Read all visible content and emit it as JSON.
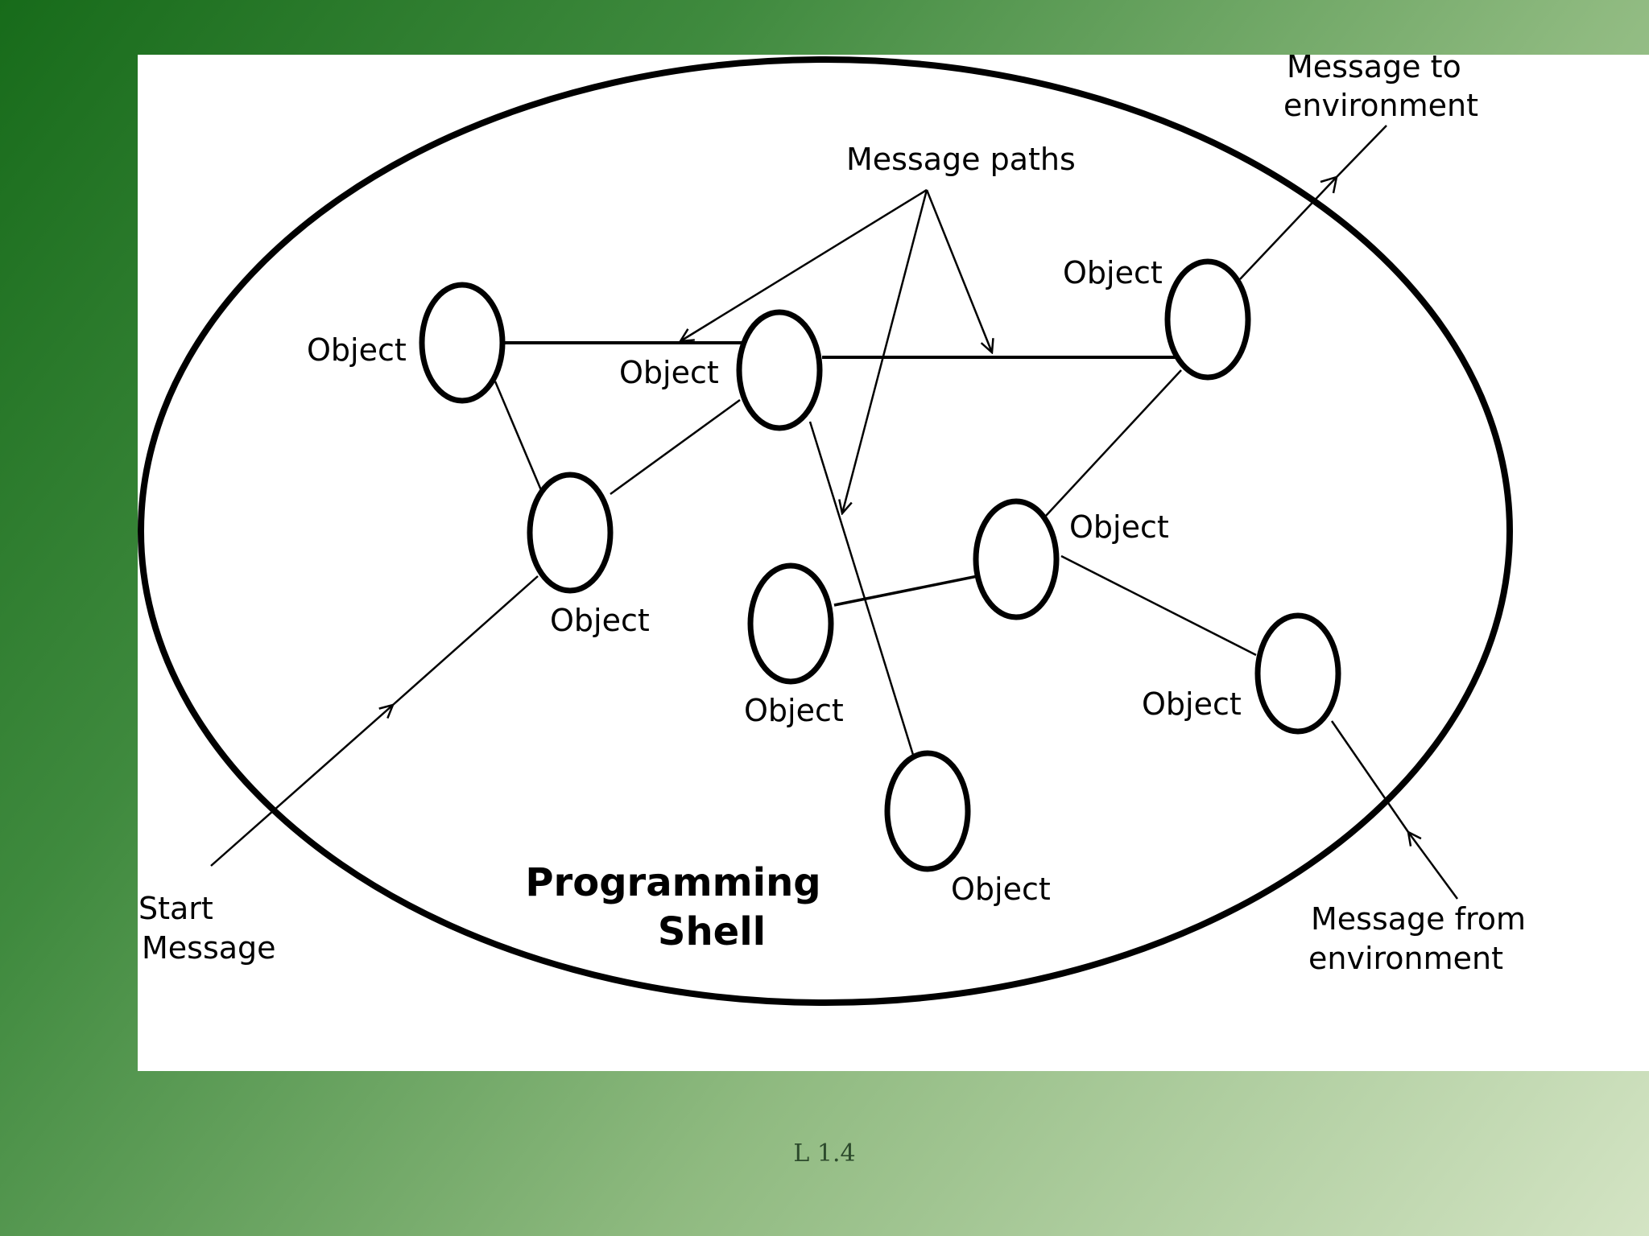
{
  "diagram": {
    "title_line1": "Programming",
    "title_line2": "Shell",
    "object_label": "Object",
    "message_paths_label": "Message paths",
    "message_to_env_line1": "Message to",
    "message_to_env_line2": "environment",
    "start_message_line1": "Start",
    "start_message_line2": "Message",
    "message_from_env_line1": "Message from",
    "message_from_env_line2": "environment"
  },
  "footer": {
    "slide_number": "L 1.4"
  }
}
